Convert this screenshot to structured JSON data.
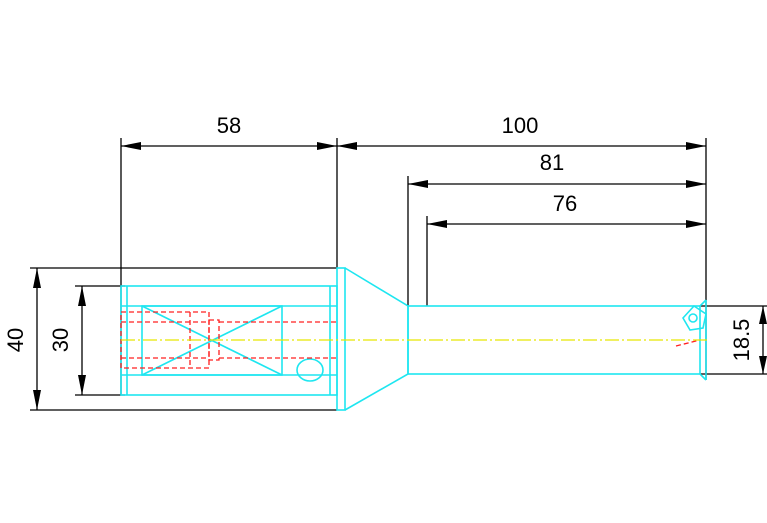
{
  "dimensions": {
    "flange_length": "58",
    "overall_length": "100",
    "shank_length_81": "81",
    "flute_length_76": "76",
    "diameter_outer": "40",
    "diameter_shank": "30",
    "drill_diameter": "18.5"
  },
  "colors": {
    "body": "#1ee6f0",
    "hidden": "#ff2020",
    "centerline": "#e6e600",
    "dimension": "#000000",
    "background": "#ffffff"
  }
}
